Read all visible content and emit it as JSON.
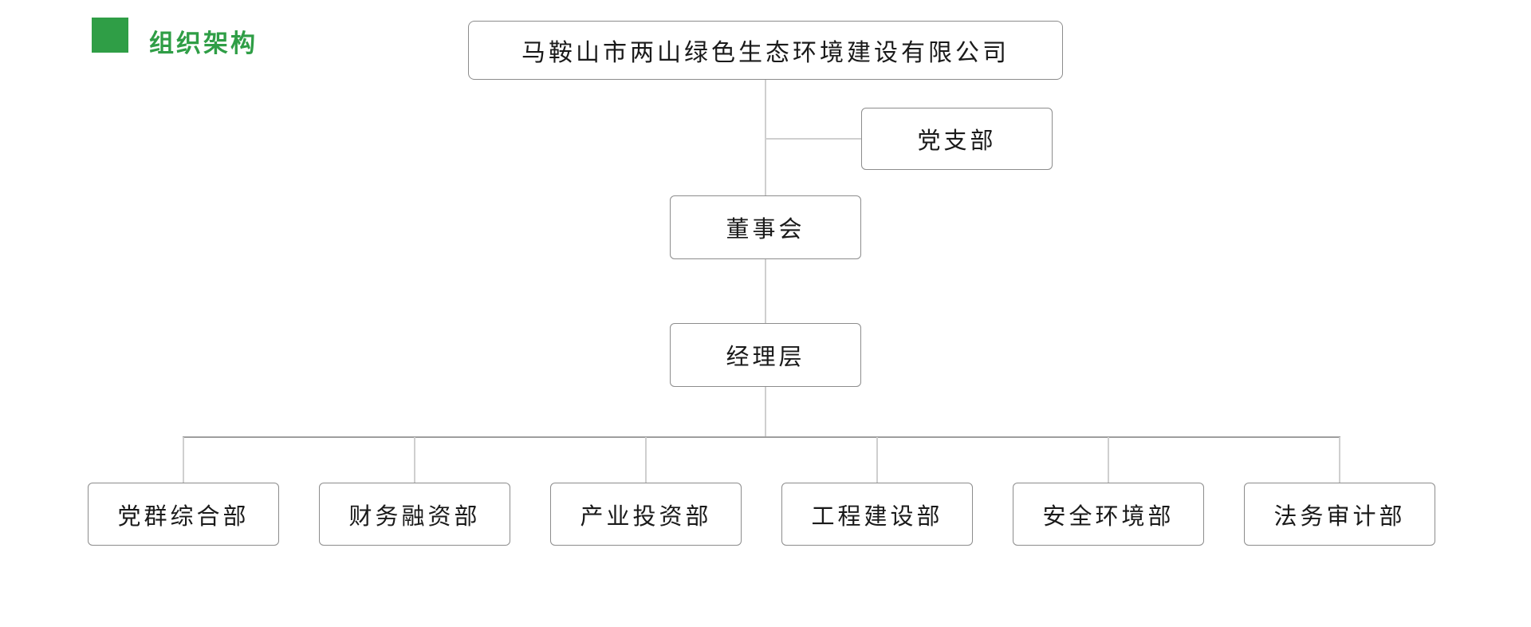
{
  "header": {
    "title": "组织架构"
  },
  "colors": {
    "accent_green": "#2f9e46",
    "box_border": "#8c8c8c",
    "connector_light": "#cfcfcf",
    "connector_dark": "#9e9e9e",
    "text": "#1a1a1a"
  },
  "org": {
    "root": "马鞍山市两山绿色生态环境建设有限公司",
    "party_branch": "党支部",
    "board": "董事会",
    "management": "经理层",
    "departments": [
      "党群综合部",
      "财务融资部",
      "产业投资部",
      "工程建设部",
      "安全环境部",
      "法务审计部"
    ]
  }
}
